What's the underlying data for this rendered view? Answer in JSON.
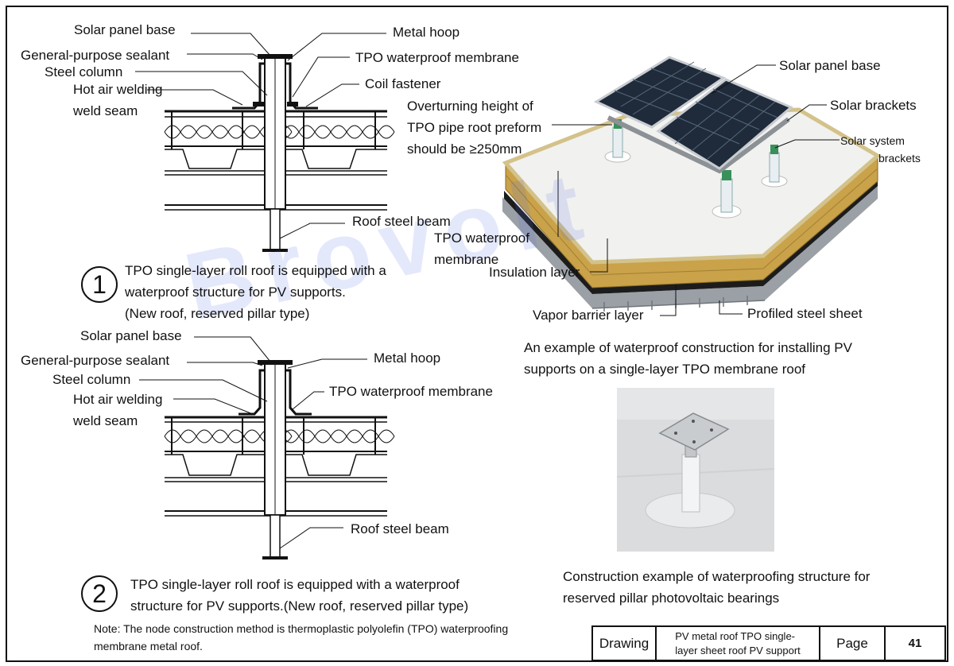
{
  "watermark": "Brovolt",
  "detail1": {
    "labels": {
      "solar_panel_base": "Solar panel base",
      "sealant": "General-purpose sealant",
      "steel_column": "Steel column",
      "hot_air_welding": "Hot air welding",
      "weld_seam": "weld seam",
      "metal_hoop": "Metal hoop",
      "tpo_membrane": "TPO waterproof membrane",
      "coil_fastener": "Coil fastener",
      "roof_beam": "Roof steel beam"
    },
    "number": "1",
    "caption": [
      "TPO single-layer roll roof is equipped with a",
      "waterproof structure for PV supports.",
      "(New roof, reserved pillar type)"
    ]
  },
  "detail2": {
    "labels": {
      "solar_panel_base": "Solar panel base",
      "sealant": "General-purpose sealant",
      "steel_column": "Steel column",
      "hot_air_welding": "Hot air welding",
      "weld_seam": "weld seam",
      "metal_hoop": "Metal hoop",
      "tpo_membrane": "TPO waterproof membrane",
      "roof_beam": "Roof steel beam"
    },
    "number": "2",
    "caption": [
      "TPO single-layer roll roof is equipped with a waterproof",
      "structure  for PV supports.(New roof, reserved pillar type)"
    ]
  },
  "isometric": {
    "labels": {
      "solar_panel_base": "Solar panel base",
      "solar_brackets": "Solar brackets",
      "system_brackets_1": "Solar system",
      "system_brackets_2": "brackets",
      "overturning_1": "Overturning height of",
      "overturning_2": "TPO pipe root preform",
      "overturning_3": "should be ≥250mm",
      "tpo_1": "TPO waterproof",
      "tpo_2": "membrane",
      "insulation": "Insulation layer",
      "vapor": "Vapor barrier layer",
      "profiled": "Profiled steel sheet"
    },
    "caption": [
      "An example of waterproof construction for installing PV",
      "supports on a single-layer TPO membrane roof"
    ]
  },
  "photo": {
    "caption": [
      "Construction example of waterproofing structure  for",
      "reserved pillar photovoltaic bearings"
    ]
  },
  "note": [
    "Note: The node construction method is thermoplastic polyolefin (TPO) waterproofing",
    "membrane metal roof."
  ],
  "title_block": {
    "drawing": "Drawing",
    "name_1": "PV metal roof TPO single-",
    "name_2": "layer sheet roof PV support",
    "page": "Page",
    "number": "41"
  }
}
